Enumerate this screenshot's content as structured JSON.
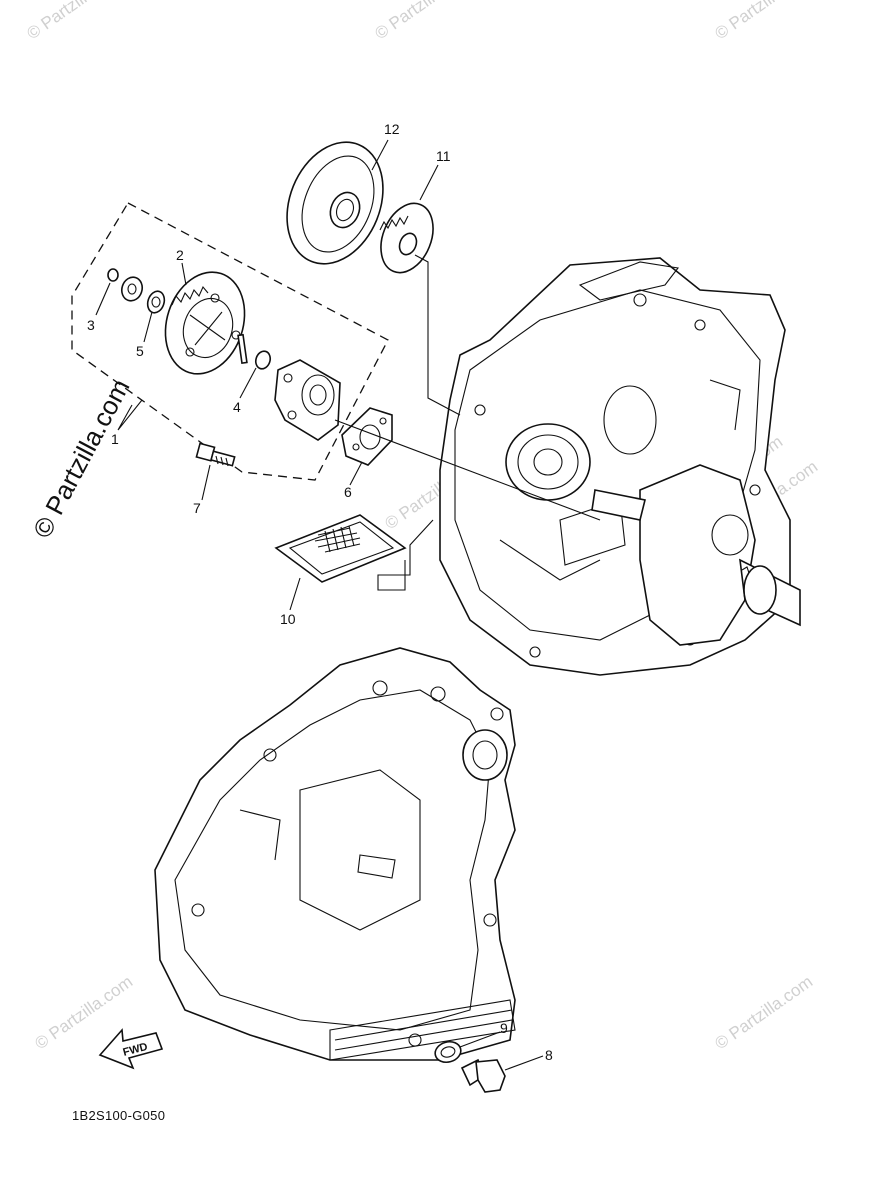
{
  "watermark": {
    "text": "© Partzilla.com",
    "color": "#d0d0d0"
  },
  "diagram_code": "1B2S100-G050",
  "direction_marker": "FWD",
  "callouts": [
    {
      "id": "1",
      "label": "1"
    },
    {
      "id": "2",
      "label": "2"
    },
    {
      "id": "3",
      "label": "3"
    },
    {
      "id": "4",
      "label": "4"
    },
    {
      "id": "5",
      "label": "5"
    },
    {
      "id": "6",
      "label": "6"
    },
    {
      "id": "7",
      "label": "7"
    },
    {
      "id": "8",
      "label": "8"
    },
    {
      "id": "9",
      "label": "9"
    },
    {
      "id": "10",
      "label": "10"
    },
    {
      "id": "11",
      "label": "11"
    },
    {
      "id": "12",
      "label": "12"
    }
  ]
}
